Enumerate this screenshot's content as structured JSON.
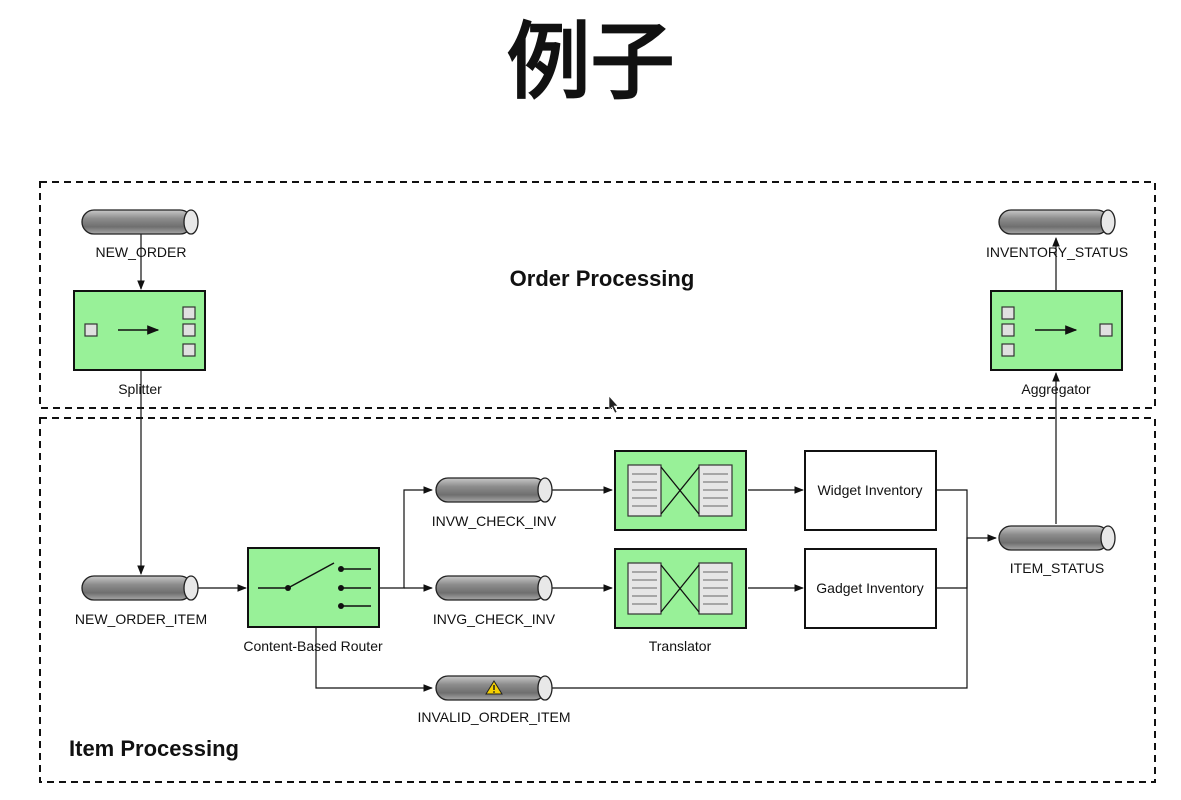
{
  "page": {
    "title": "例子"
  },
  "sections": {
    "order": "Order Processing",
    "item": "Item Processing"
  },
  "channels": {
    "new_order": "NEW_ORDER",
    "inventory_status": "INVENTORY_STATUS",
    "new_order_item": "NEW_ORDER_ITEM",
    "invw_check_inv": "INVW_CHECK_INV",
    "invg_check_inv": "INVG_CHECK_INV",
    "invalid_order_item": "INVALID_ORDER_ITEM",
    "item_status": "ITEM_STATUS"
  },
  "components": {
    "splitter": "Splitter",
    "aggregator": "Aggregator",
    "router": "Content-Based Router",
    "translator": "Translator",
    "widget_inventory": "Widget Inventory",
    "gadget_inventory": "Gadget Inventory"
  },
  "colors": {
    "component_fill": "#98f198",
    "pipe": "#9a9a9a",
    "warning": "#f5d000"
  },
  "icons": {
    "warning": "warning-triangle-icon",
    "cursor": "mouse-cursor-icon"
  }
}
